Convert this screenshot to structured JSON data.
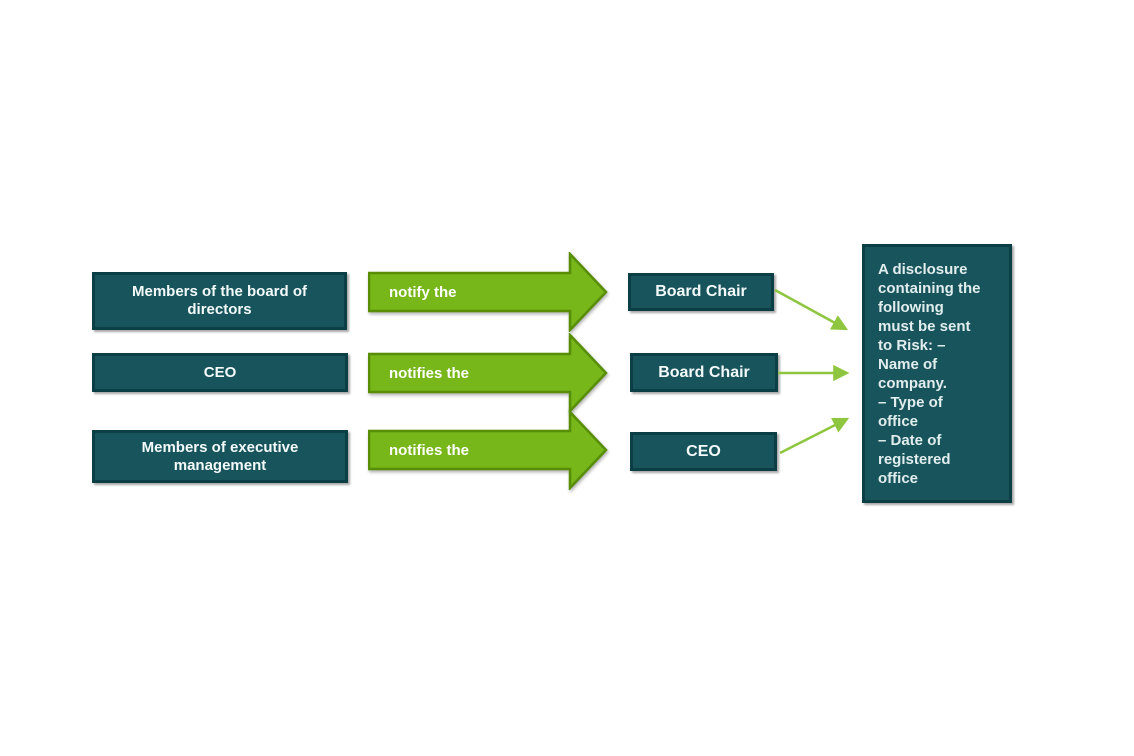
{
  "diagram": {
    "title": "notification-flow-diagram",
    "colors": {
      "node_fill": "#17545c",
      "node_border": "#0c3e46",
      "node_text": "#f4fafa",
      "block_arrow_fill": "#77b71a",
      "block_arrow_border": "#578e06",
      "connector_green": "#8fc63f",
      "background": "#ffffff"
    },
    "rows": [
      {
        "source": "Members of the board of directors",
        "action": "notify the",
        "target": "Board Chair"
      },
      {
        "source": "CEO",
        "action": "notifies the",
        "target": "Board Chair"
      },
      {
        "source": "Members of executive management",
        "action": "notifies the",
        "target": "CEO"
      }
    ],
    "disclosure_note": "A disclosure\ncontaining the\nfollowing\nmust be sent\nto Risk: –\nName of\ncompany.\n– Type of\noffice\n– Date of\nregistered\noffice"
  }
}
